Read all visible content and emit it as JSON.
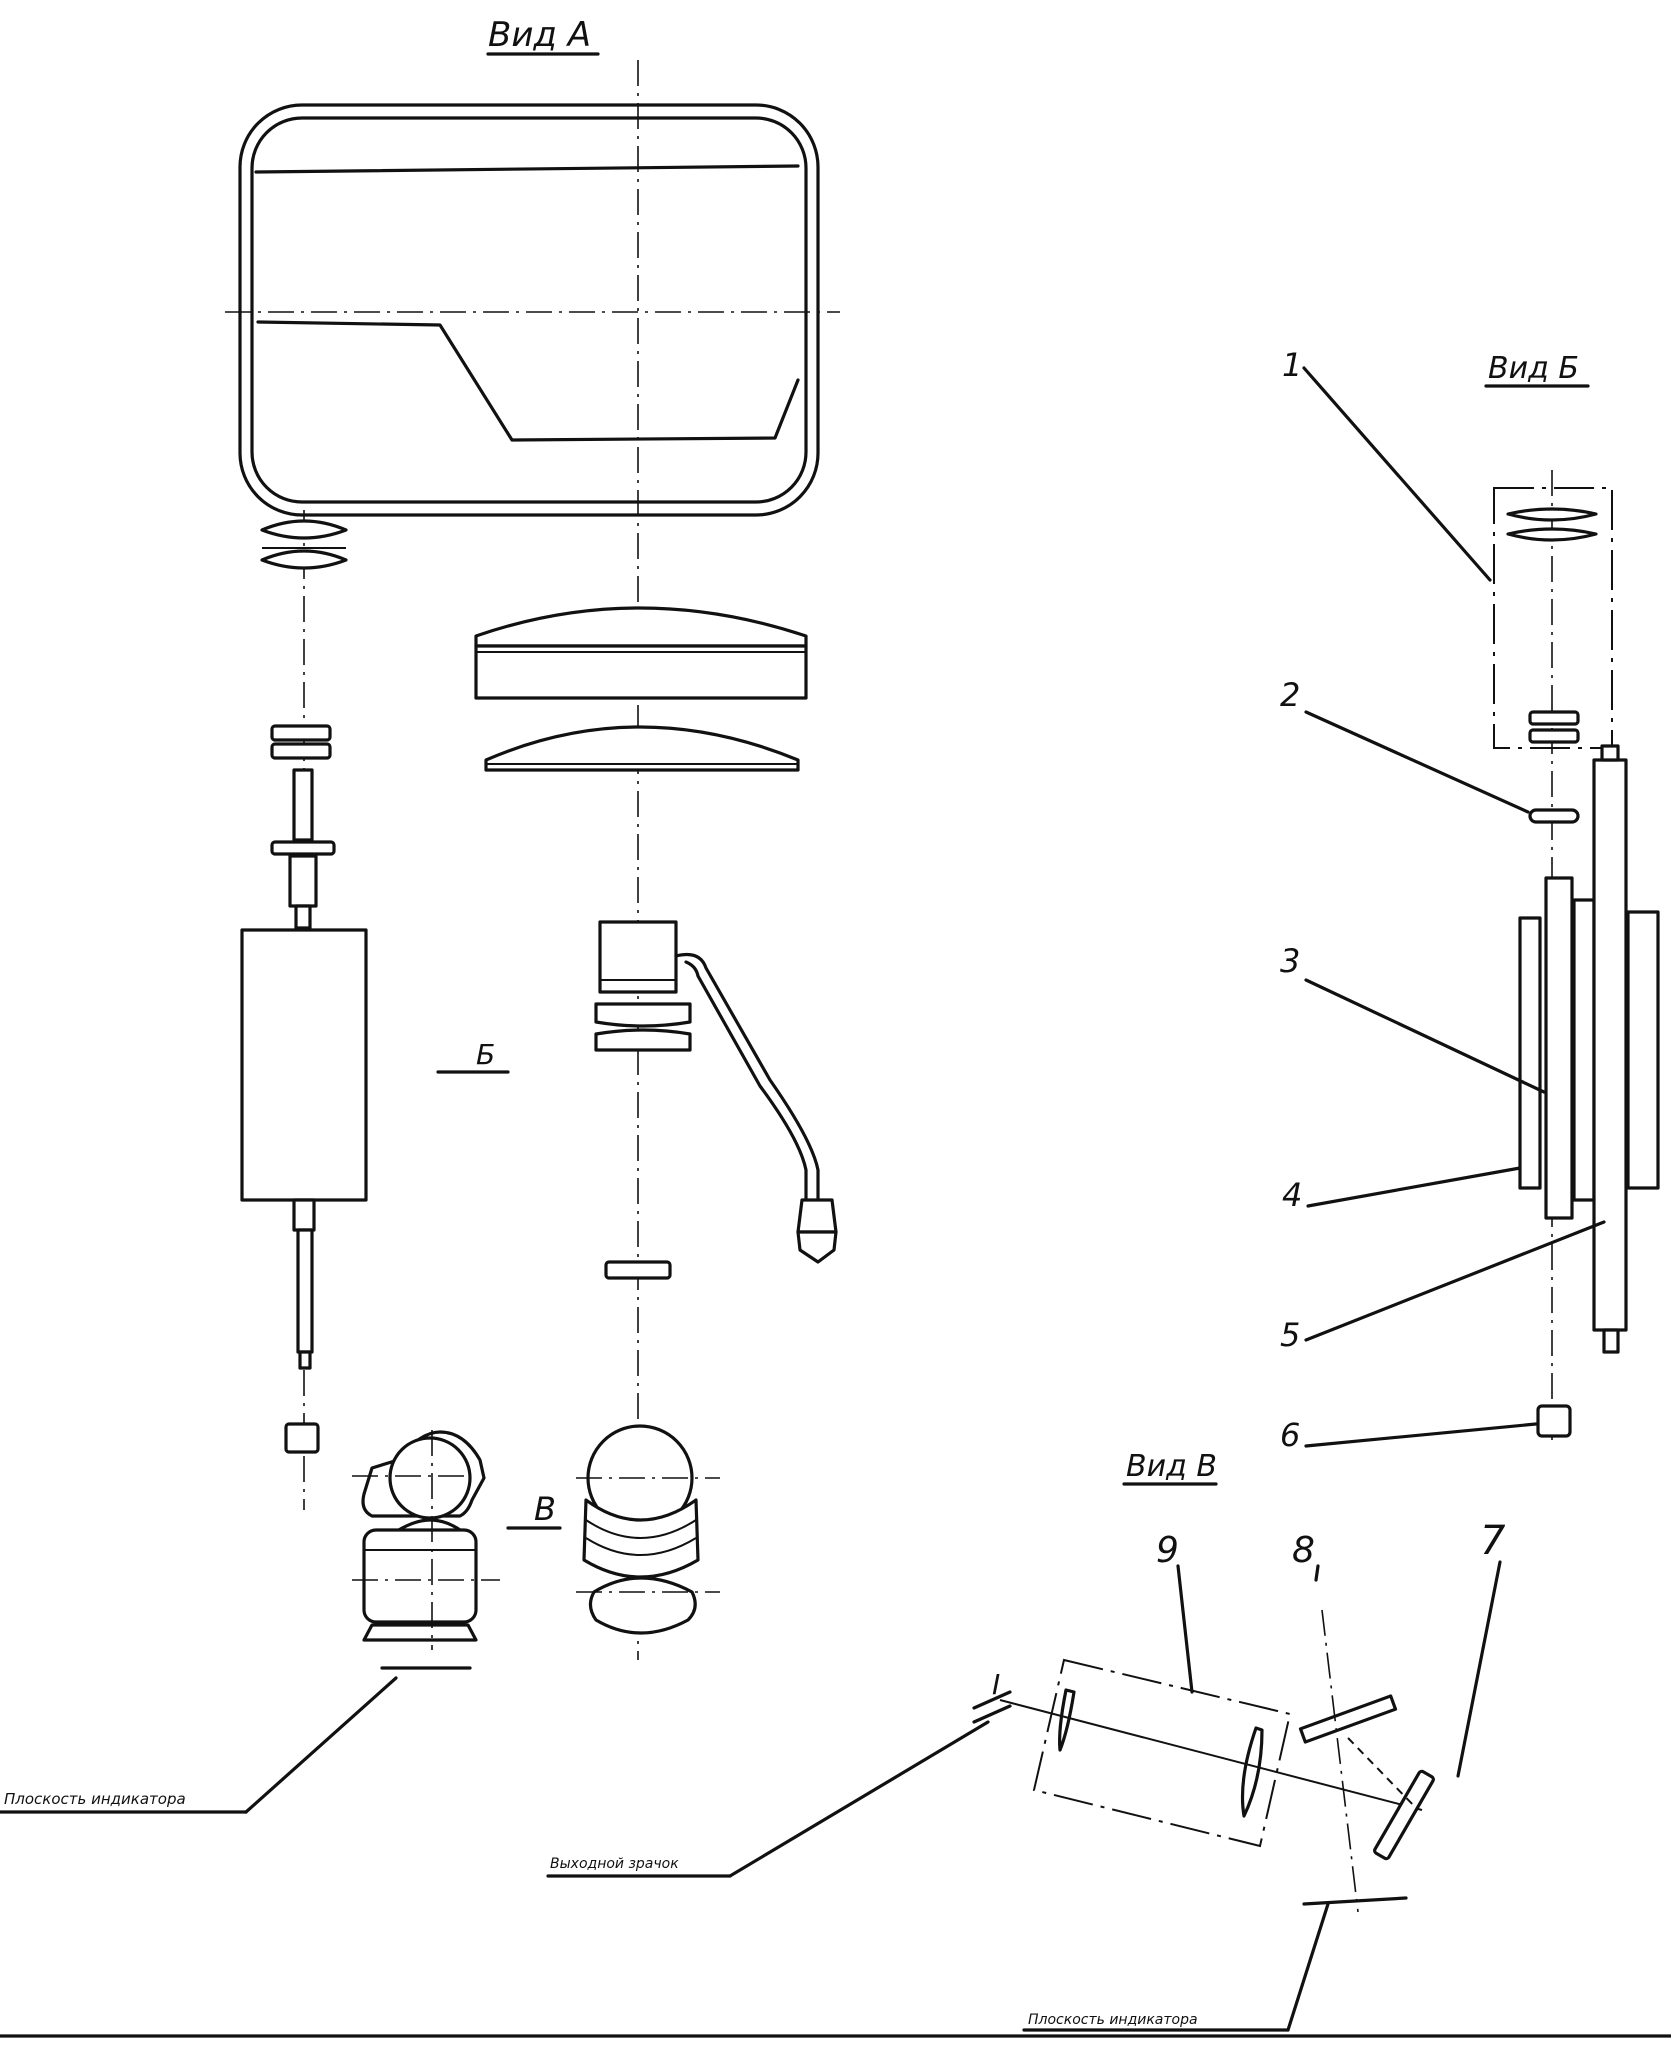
{
  "views": {
    "a": {
      "title": "Вид А"
    },
    "b": {
      "title": "Вид Б"
    },
    "v": {
      "title": "Вид В"
    }
  },
  "section_marks": {
    "b": "Б",
    "v": "В",
    "i": "I"
  },
  "callouts": [
    "1",
    "2",
    "3",
    "4",
    "5",
    "6",
    "7",
    "8",
    "9"
  ],
  "leader_notes": {
    "indicator_plane_left": "Плоскость индикатора",
    "exit_pupil": "Выходной зрачок",
    "indicator_plane_bottom": "Плоскость индикатора"
  },
  "colors": {
    "ink": "#111111",
    "paper": "#ffffff"
  }
}
